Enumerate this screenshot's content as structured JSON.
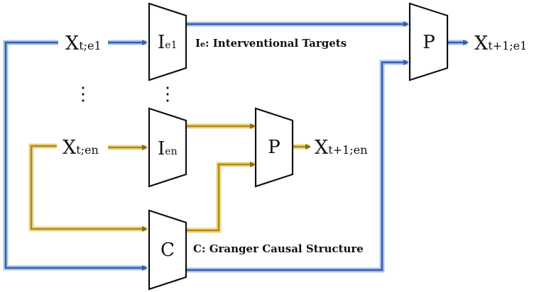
{
  "colors": {
    "blue_wire": "#3a5da8",
    "blue_glow": "#a9c6ea",
    "gold_wire": "#b38a12",
    "gold_glow": "#e8d68f",
    "box_stroke": "#111111",
    "text": "#111111"
  },
  "inputs": {
    "x_e1": {
      "main": "X",
      "sub": "t;e1"
    },
    "x_en": {
      "main": "X",
      "sub": "t;en"
    }
  },
  "outputs": {
    "x_next_e1": {
      "main": "X",
      "sub": "t+1;e1"
    },
    "x_next_en": {
      "main": "X",
      "sub": "t+1;en"
    }
  },
  "boxes": {
    "i_e1": {
      "main": "I",
      "sub": "e1"
    },
    "i_en": {
      "main": "I",
      "sub": "en"
    },
    "p_top": {
      "label": "P"
    },
    "p_mid": {
      "label": "P"
    },
    "c": {
      "label": "C"
    }
  },
  "annotations": {
    "interventional": {
      "sub": "e",
      "main": "I",
      "text": ": Interventional Targets"
    },
    "granger": "C: Granger Causal Structure"
  },
  "ellipsis": "⋮"
}
